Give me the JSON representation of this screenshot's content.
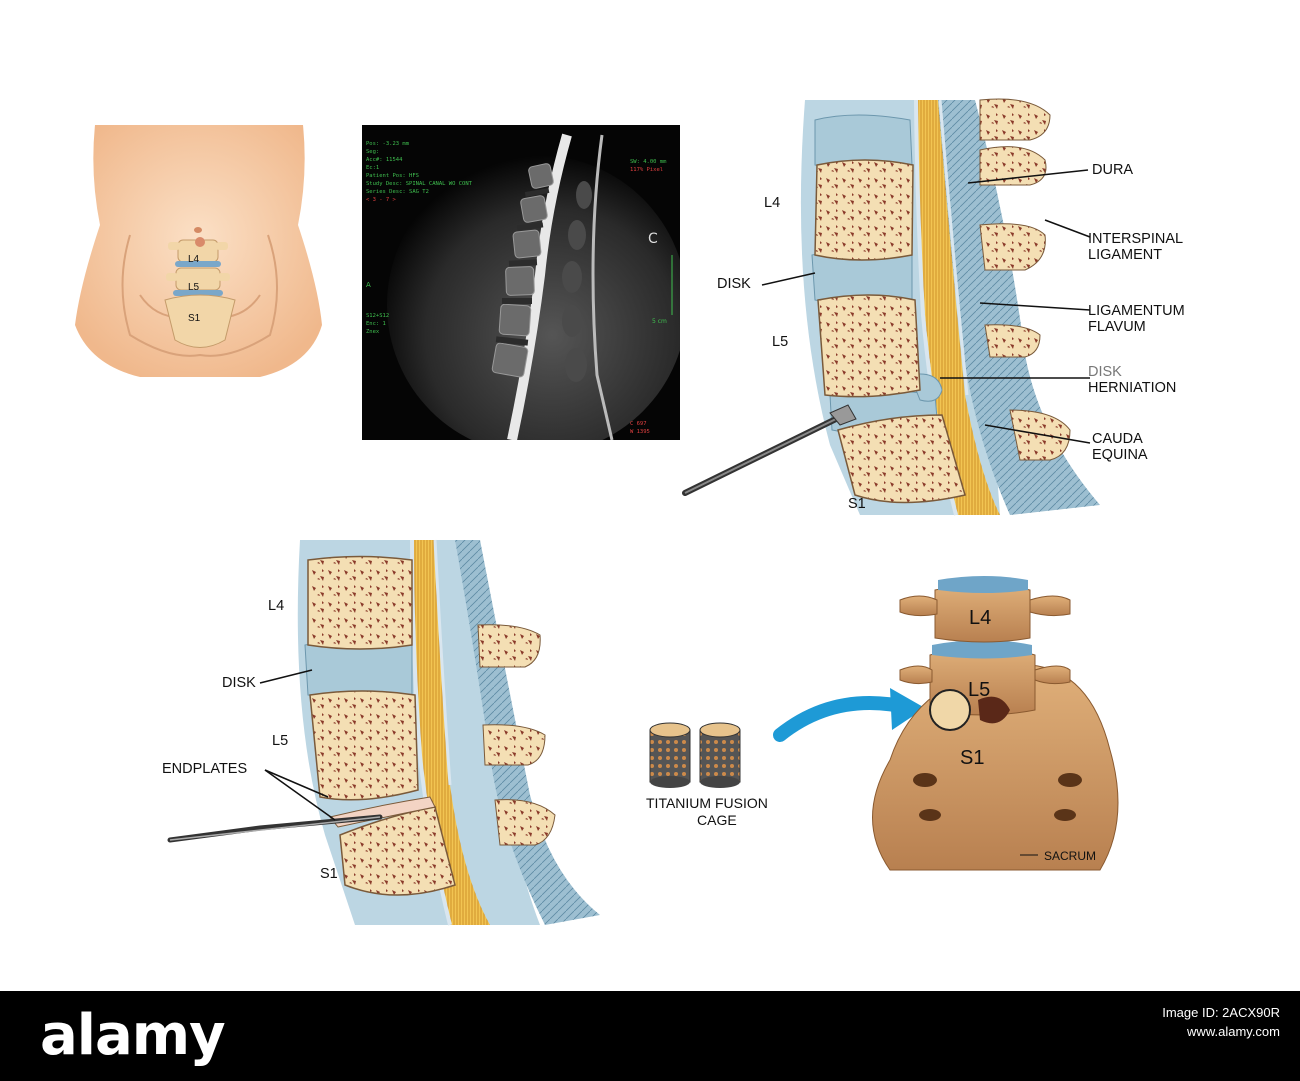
{
  "panel1": {
    "L4": "L4",
    "L5": "L5",
    "S1": "S1"
  },
  "mri": {
    "scale": "5 cm",
    "markerC": "C",
    "markerA": "A",
    "zoom": "117% Pixel",
    "cw": [
      "C   697",
      "W  1395"
    ],
    "text_lines": [
      "Pos: -3.23 mm",
      "Seg:",
      "Acc#: 11544",
      "Ec:1",
      "Patient Pos: HFS",
      "Study Desc: SPINAL CANAL WO CONT",
      "Series Desc: SAG T2",
      "< 3 - 7 >"
    ],
    "text_lower": [
      "S12+S12",
      "Enc: 1",
      "Znex"
    ],
    "sw": "SW: 4.00 mm"
  },
  "panel3": {
    "L4": "L4",
    "disk": "DISK",
    "L5": "L5",
    "S1": "S1",
    "dura": "DURA",
    "interspinal": [
      "INTERSPINAL",
      "LIGAMENT"
    ],
    "flavum": [
      "LIGAMENTUM",
      "FLAVUM"
    ],
    "herniation": [
      "DISK",
      "HERNIATION"
    ],
    "cauda": [
      "CAUDA",
      "EQUINA"
    ]
  },
  "panel4": {
    "L4": "L4",
    "disk": "DISK",
    "L5": "L5",
    "endplates": "ENDPLATES",
    "S1": "S1"
  },
  "panel5": {
    "cage": [
      "TITANIUM FUSION",
      "CAGE"
    ],
    "L4": "L4",
    "L5": "L5",
    "S1": "S1",
    "sacrum": "SACRUM"
  },
  "colors": {
    "bone": "#f4dfb4",
    "bone_dot": "#8a3a2a",
    "disk": "#a9c9d8",
    "nerve": "#e0a83a",
    "ligament": "#8fb3c6",
    "skin": "#f6c9a3",
    "arrow": "#1e9ad6"
  },
  "footer": {
    "logo": "alamy",
    "image_id": "Image ID: 2ACX90R",
    "site": "www.alamy.com"
  }
}
